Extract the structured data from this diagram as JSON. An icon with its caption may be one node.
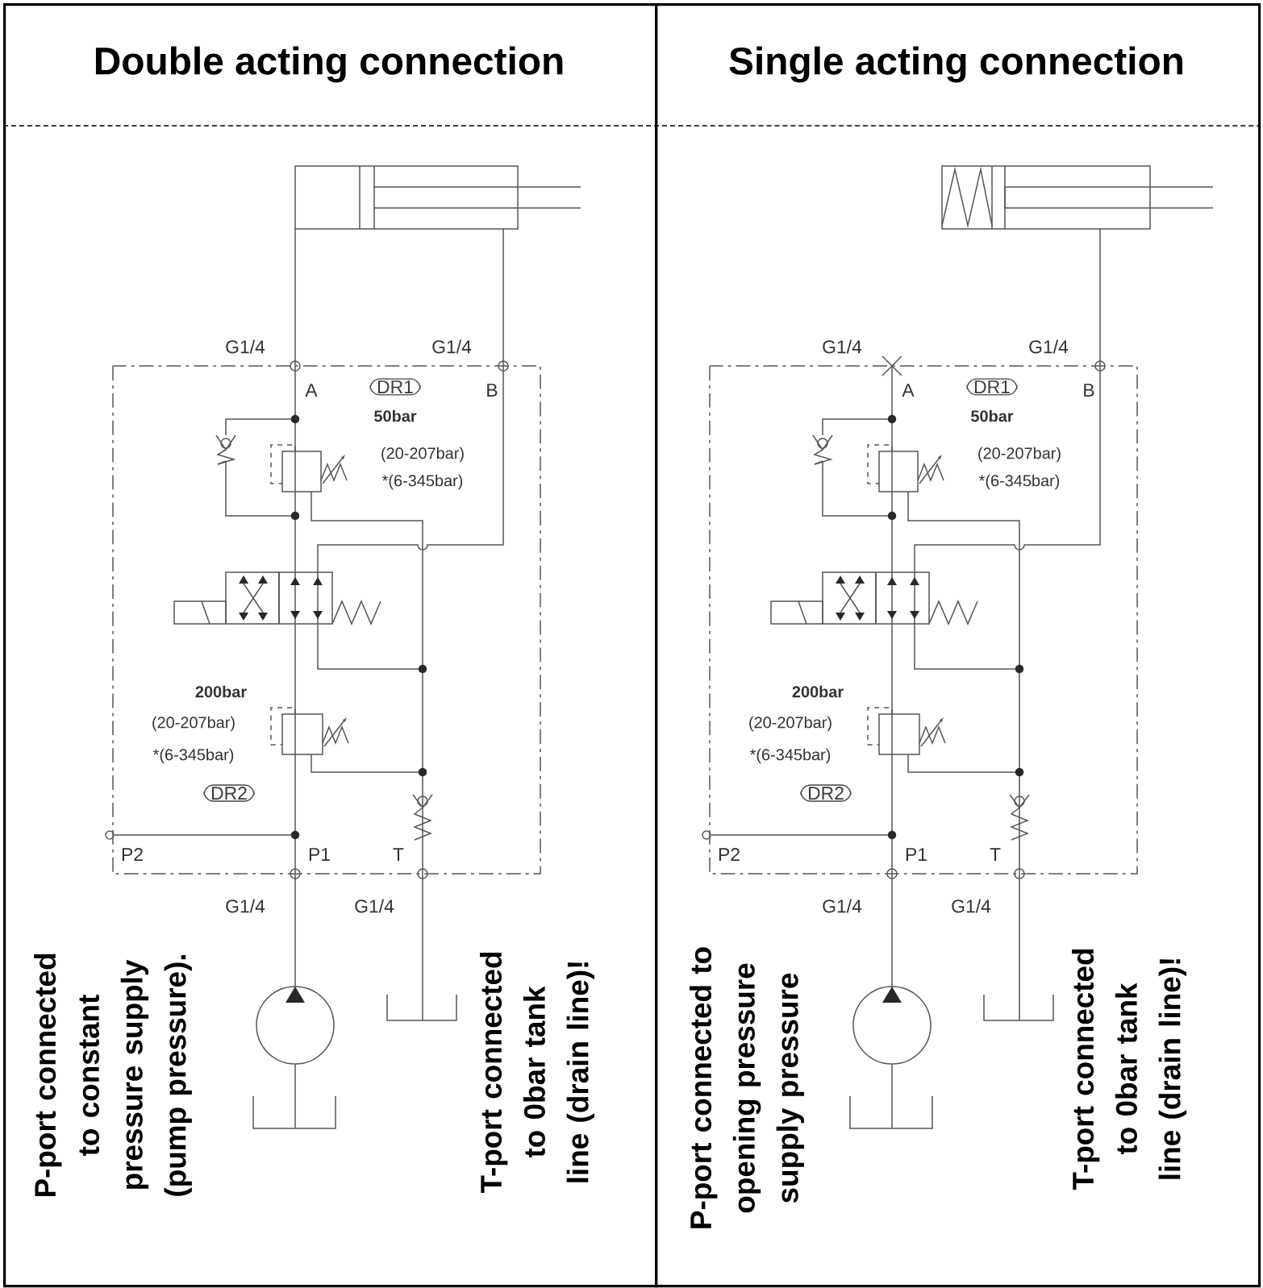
{
  "diagram": {
    "nodes": [
      {
        "text": [
          "Double acting connection"
        ]
      },
      {
        "text": [
          "Single acting connection"
        ]
      }
    ],
    "labels": [
      "G1/4",
      "G1/4",
      "A",
      "DR1",
      "B",
      "50bar",
      "(20-207bar)",
      "*(6-345bar)",
      "200bar",
      "(20-207bar)",
      "*(6-345bar)",
      "DR2",
      "P2",
      "P1",
      "T",
      "G1/4",
      "G1/4",
      "P-port connected to constant pressure supply (pump pressure).",
      "T-port connected to 0bar tank line (drain line)!",
      "G1/4",
      "G1/4",
      "A",
      "DR1",
      "B",
      "50bar",
      "(20-207bar)",
      "*(6-345bar)",
      "200bar",
      "(20-207bar)",
      "*(6-345bar)",
      "DR2",
      "P2",
      "P1",
      "T",
      "G1/4",
      "G1/4",
      "P-port connected to opening pressure supply pressure",
      "T-port connected to 0bar tank line (drain line)!"
    ]
  }
}
